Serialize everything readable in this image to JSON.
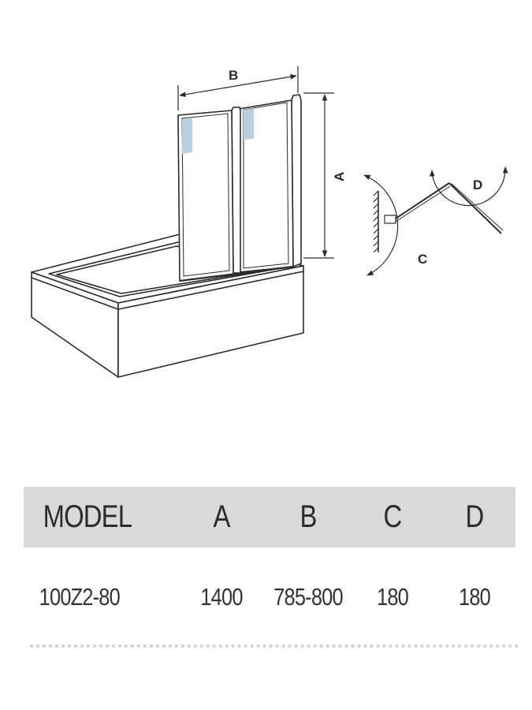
{
  "diagram": {
    "labels": {
      "a": "A",
      "b": "B",
      "c": "C",
      "d": "D"
    },
    "colors": {
      "line": "#2b2b2b",
      "glass_tint": "#b8cfe0"
    }
  },
  "table": {
    "headers": {
      "model": "MODEL",
      "a": "A",
      "b": "B",
      "c": "C",
      "d": "D"
    },
    "rows": [
      {
        "model": "100Z2-80",
        "a": "1400",
        "b": "785-800",
        "c": "180",
        "d": "180"
      }
    ],
    "header_bg": "#d9d9d9"
  }
}
